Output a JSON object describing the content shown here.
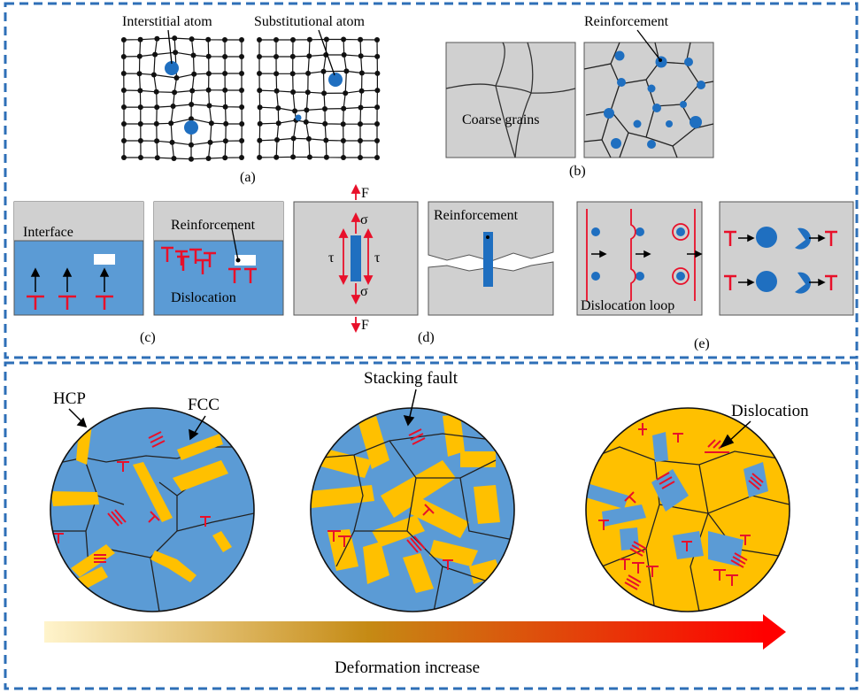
{
  "top_panel": {
    "a": {
      "label_interstitial": "Interstitial atom",
      "label_substitutional": "Substitutional atom",
      "caption": "(a)"
    },
    "b": {
      "label_coarse": "Coarse grains",
      "label_reinforcement": "Reinforcement",
      "caption": "(b)"
    },
    "c": {
      "label_interface": "Interface",
      "label_reinforcement": "Reinforcement",
      "label_dislocation": "Dislocation",
      "caption": "(c)"
    },
    "d": {
      "force_top": "F",
      "force_bottom": "F",
      "sigma_top": "σ",
      "sigma_bottom": "σ",
      "tau_left": "τ",
      "tau_right": "τ",
      "label_reinforcement": "Reinforcement",
      "caption": "(d)"
    },
    "e": {
      "label_loop": "Dislocation loop",
      "caption": "(e)"
    }
  },
  "bottom_panel": {
    "label_hcp": "HCP",
    "label_fcc": "FCC",
    "label_stacking_fault": "Stacking fault",
    "label_dislocation": "Dislocation",
    "arrow_label": "Deformation increase"
  },
  "colors": {
    "frame": "#2e6fb7",
    "matrix_blue": "#5b9bd5",
    "particle_blue": "#1f6fc0",
    "hcp_yellow": "#ffc000",
    "dislocation_red": "#e8102a",
    "panel_gray": "#d0d0d0",
    "arrow_start": "#fff2c4",
    "arrow_mid": "#c98a16",
    "arrow_end": "#ff0000"
  }
}
